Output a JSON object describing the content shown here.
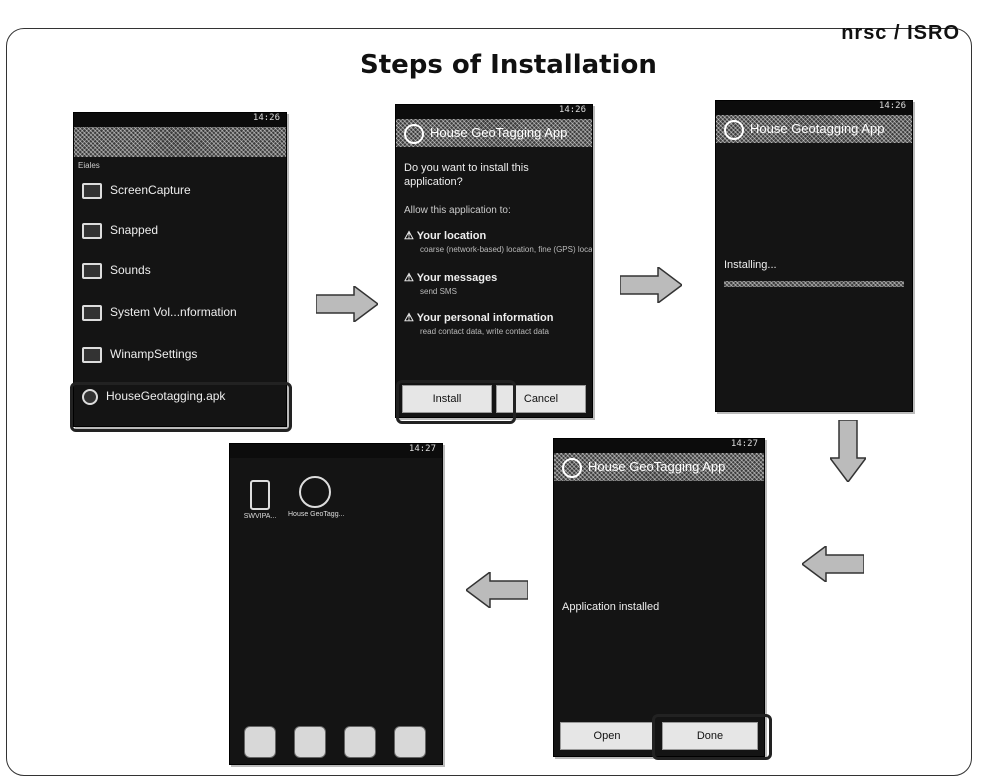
{
  "header": {
    "org_label": "nrsc / ISRO",
    "title": "Steps of Installation"
  },
  "screen1": {
    "status_time": "14:26",
    "section_label": "Eiales",
    "files": [
      "ScreenCapture",
      "Snapped",
      "Sounds",
      "System Vol...nformation",
      "WinampSettings",
      "HouseGeotagging.apk"
    ]
  },
  "screen2": {
    "status_time": "14:26",
    "app_title": "House GeoTagging App",
    "prompt": "Do you want to install this application?",
    "allow_text": "Allow this application to:",
    "permissions": [
      {
        "title": "Your location",
        "detail": "coarse (network-based) location, fine (GPS) location"
      },
      {
        "title": "Your messages",
        "detail": "send SMS"
      },
      {
        "title": "Your personal information",
        "detail": "read contact data, write contact data"
      }
    ],
    "install_label": "Install",
    "cancel_label": "Cancel"
  },
  "screen3": {
    "status_time": "14:26",
    "app_title": "House Geotagging App",
    "installing_text": "Installing..."
  },
  "screen4": {
    "status_time": "14:27",
    "app_title": "House GeoTagging App",
    "installed_text": "Application installed",
    "open_label": "Open",
    "done_label": "Done"
  },
  "screen5": {
    "status_time": "14:27",
    "icons": [
      {
        "label": "SWVIPA..."
      },
      {
        "label": "House GeoTagg..."
      }
    ]
  },
  "colors": {
    "phone_bg": "#141414",
    "highlight_border": "#222222"
  }
}
